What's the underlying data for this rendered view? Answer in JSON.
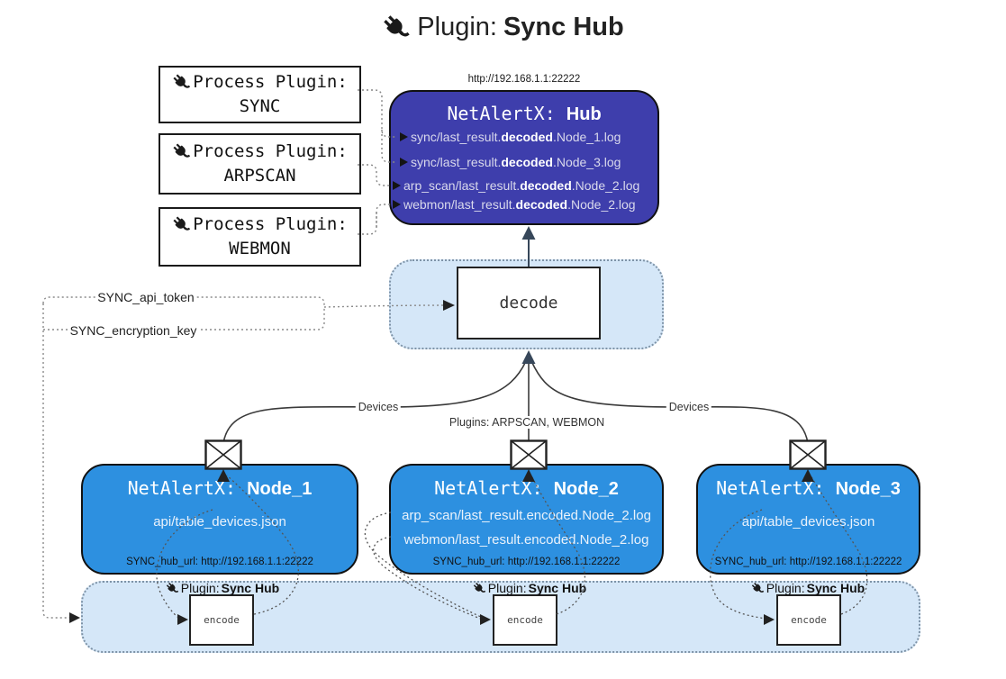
{
  "title": {
    "prefix": "Plugin: ",
    "name": "Sync Hub"
  },
  "process_plugins": {
    "heading": "Process Plugin:",
    "items": [
      {
        "name": "SYNC"
      },
      {
        "name": "ARPSCAN"
      },
      {
        "name": "WEBMON"
      }
    ]
  },
  "hub": {
    "url": "http://192.168.1.1:22222",
    "title_prefix": "NetAlertX: ",
    "title_name": "Hub",
    "logs": [
      {
        "pre": "sync/last_result.",
        "bold": "decoded",
        "post": ".Node_1.log"
      },
      {
        "pre": "sync/last_result.",
        "bold": "decoded",
        "post": ".Node_3.log"
      },
      {
        "pre": "arp_scan/last_result.",
        "bold": "decoded",
        "post": ".Node_2.log"
      },
      {
        "pre": "webmon/last_result.",
        "bold": "decoded",
        "post": ".Node_2.log"
      }
    ]
  },
  "decode_box": {
    "label": "decode"
  },
  "config": {
    "api_token": "SYNC_api_token",
    "encryption_key": "SYNC_encryption_key"
  },
  "edges": {
    "devices_left": "Devices",
    "devices_right": "Devices",
    "plugins_mid": "Plugins: ARPSCAN, WEBMON"
  },
  "nodes": [
    {
      "title_prefix": "NetAlertX: ",
      "title_name": "Node_1",
      "lines": [
        "api/table_devices.json"
      ],
      "hub_url": "SYNC_hub_url: http://192.168.1.1:22222"
    },
    {
      "title_prefix": "NetAlertX: ",
      "title_name": "Node_2",
      "lines": [
        "arp_scan/last_result.encoded.Node_2.log",
        "webmon/last_result.encoded.Node_2.log"
      ],
      "hub_url": "SYNC_hub_url: http://192.168.1.1:22222"
    },
    {
      "title_prefix": "NetAlertX: ",
      "title_name": "Node_3",
      "lines": [
        "api/table_devices.json"
      ],
      "hub_url": "SYNC_hub_url: http://192.168.1.1:22222"
    }
  ],
  "encode_band": {
    "encode_label": "encode",
    "labels": [
      {
        "prefix": "Plugin: ",
        "name": "Sync Hub"
      },
      {
        "prefix": "Plugin: ",
        "name": "Sync Hub"
      },
      {
        "prefix": "Plugin: ",
        "name": "Sync Hub"
      }
    ]
  },
  "colors": {
    "hub_bg": "#3E3EAC",
    "node_bg": "#2D90E0",
    "band_bg": "#D5E7F8",
    "band_border": "#7E93A7",
    "arrow_dark": "#37475A",
    "hub_text_light": "#D9D9EC"
  }
}
